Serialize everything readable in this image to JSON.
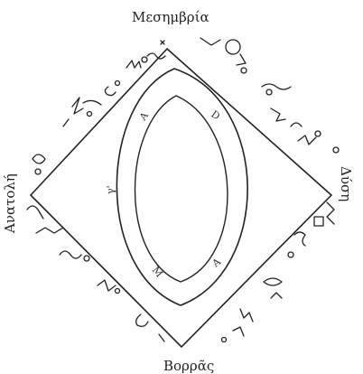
{
  "diagram": {
    "directions": {
      "top": "Μεσημβρία",
      "right": "Δύση",
      "bottom": "Βορρᾶς",
      "left": "Ανατολή"
    },
    "ring_letters": [
      "A",
      "D",
      "A",
      "M",
      "γ'"
    ],
    "ink_color": "#222222",
    "background": "#fefefe"
  }
}
